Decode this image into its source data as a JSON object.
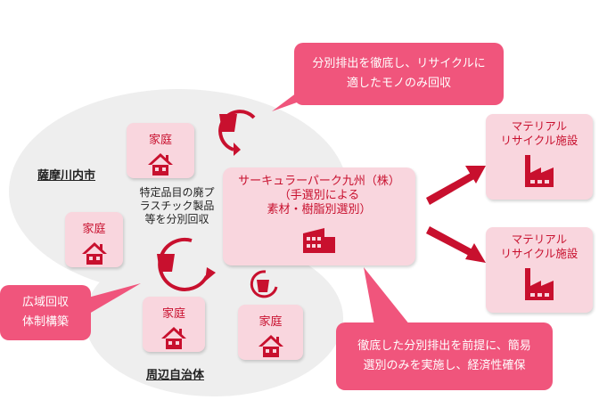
{
  "callouts": {
    "top": [
      "分別排出を徹底し、リサイクルに",
      "適したモノのみ回収"
    ],
    "left": [
      "広域回収",
      "体制構築"
    ],
    "bottom": [
      "徹底した分別排出を前提に、簡易",
      "選別のみを実施し、経済性確保"
    ]
  },
  "regions": {
    "satsumasendai": "薩摩川内市",
    "neighbors": "周辺自治体"
  },
  "household_label": "家庭",
  "collection_note": [
    "特定品目の廃プ",
    "ラスチック製品",
    "等を分別回収"
  ],
  "center": {
    "lines": [
      "サーキュラーパーク九州（株）",
      "（手選別による",
      "素材・樹脂別選別）"
    ]
  },
  "material_recycling": [
    "マテリアル",
    "リサイクル施設"
  ],
  "colors": {
    "accent": "#c8102e",
    "callout": "#f0557c",
    "box": "#f9d6de",
    "region": "#eeeeee"
  }
}
